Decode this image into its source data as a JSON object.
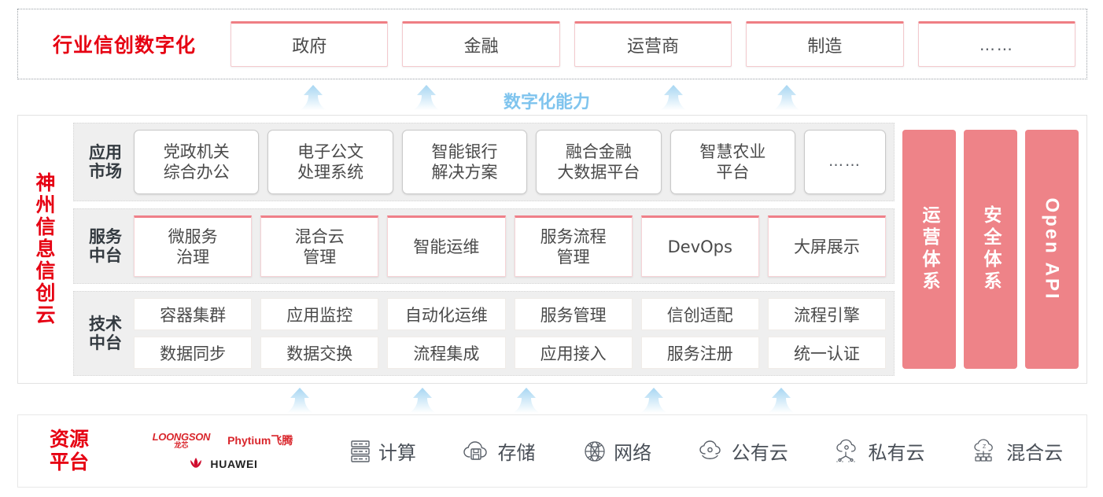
{
  "industry": {
    "title": "行业信创数字化",
    "boxes": [
      {
        "label": "政府"
      },
      {
        "label": "金融"
      },
      {
        "label": "运营商"
      },
      {
        "label": "制造"
      },
      {
        "label": "……"
      }
    ]
  },
  "capability_label": "数字化能力",
  "cloud": {
    "title_chars": [
      "神",
      "州",
      "信",
      "息",
      "信",
      "创",
      "云"
    ],
    "rows": [
      {
        "label": "应用\n市场",
        "label_line1": "应用",
        "label_line2": "市场",
        "cells": [
          {
            "line1": "党政机关",
            "line2": "综合办公"
          },
          {
            "line1": "电子公文",
            "line2": "处理系统"
          },
          {
            "line1": "智能银行",
            "line2": "解决方案"
          },
          {
            "line1": "融合金融",
            "line2": "大数据平台"
          },
          {
            "line1": "智慧农业",
            "line2": "平台"
          },
          {
            "line1": "……",
            "line2": ""
          }
        ]
      },
      {
        "label_line1": "服务",
        "label_line2": "中台",
        "cells": [
          {
            "line1": "微服务",
            "line2": "治理"
          },
          {
            "line1": "混合云",
            "line2": "管理"
          },
          {
            "line1": "智能运维",
            "line2": ""
          },
          {
            "line1": "服务流程",
            "line2": "管理"
          },
          {
            "line1": "DevOps",
            "line2": ""
          },
          {
            "line1": "大屏展示",
            "line2": ""
          }
        ]
      },
      {
        "label_line1": "技术",
        "label_line2": "中台",
        "grid_row1": [
          "容器集群",
          "应用监控",
          "自动化运维",
          "服务管理",
          "信创适配",
          "流程引擎"
        ],
        "grid_row2": [
          "数据同步",
          "数据交换",
          "流程集成",
          "应用接入",
          "服务注册",
          "统一认证"
        ]
      }
    ],
    "pillars": [
      {
        "label": "运营体系",
        "type": "cn"
      },
      {
        "label": "安全体系",
        "type": "cn"
      },
      {
        "label": "Open API",
        "type": "en"
      }
    ]
  },
  "resource": {
    "title_line1": "资源",
    "title_line2": "平台",
    "vendors": {
      "loongson_main": "LOONGSON",
      "loongson_sub": "龙芯",
      "phytium": "Phytium飞腾",
      "huawei": "HUAWEI"
    },
    "items": [
      {
        "label": "计算",
        "icon": "server-icon"
      },
      {
        "label": "存储",
        "icon": "cloud-storage-icon"
      },
      {
        "label": "网络",
        "icon": "network-globe-icon"
      },
      {
        "label": "公有云",
        "icon": "public-cloud-icon"
      },
      {
        "label": "私有云",
        "icon": "private-cloud-icon"
      },
      {
        "label": "混合云",
        "icon": "hybrid-cloud-icon"
      }
    ]
  },
  "colors": {
    "brand_red": "#e60012",
    "pillar_pink": "#ee8388",
    "accent_border": "#ef7e84",
    "arrow_blue": "#9fd2f0",
    "capability_text": "#7fc4ee",
    "band_gray": "#efefef"
  }
}
